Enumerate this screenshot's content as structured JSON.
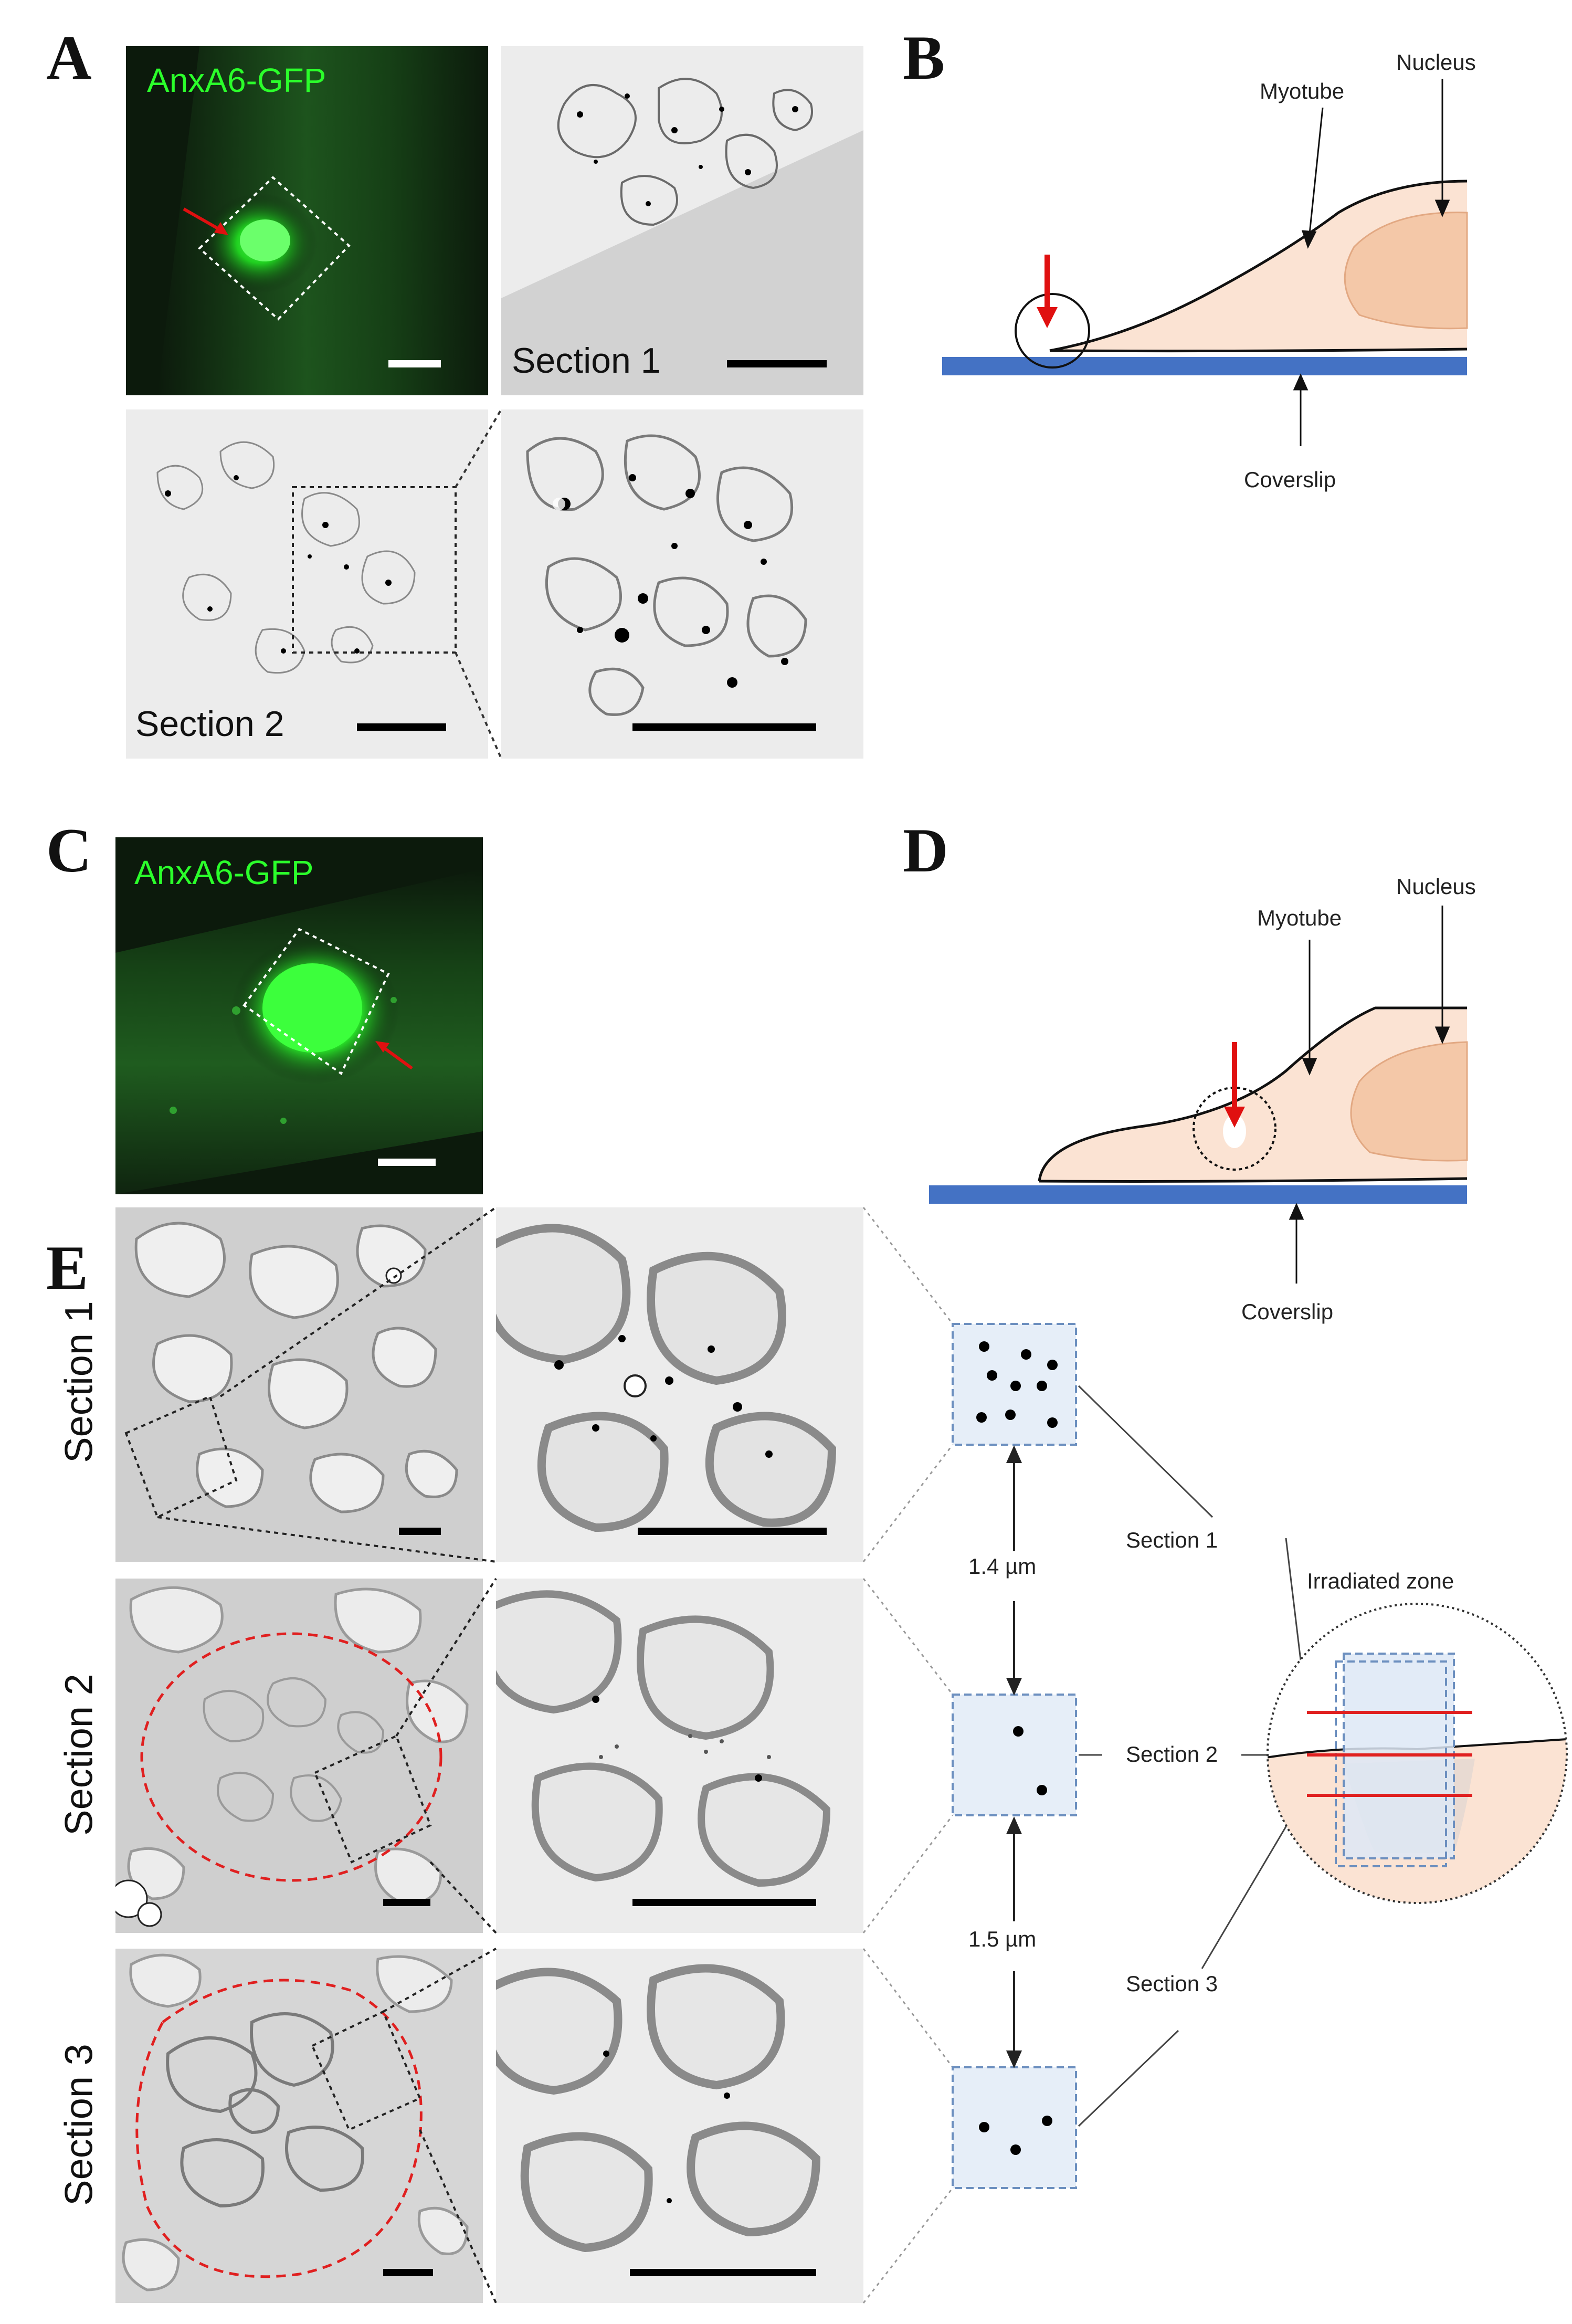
{
  "panels": {
    "a": "A",
    "b": "B",
    "c": "C",
    "d": "D",
    "e": "E"
  },
  "fluorescence_label": "AnxA6-GFP",
  "panel_a": {
    "section1": "Section 1",
    "section2": "Section 2"
  },
  "schematic": {
    "myotube": "Myotube",
    "nucleus": "Nucleus",
    "coverslip": "Coverslip"
  },
  "panel_e": {
    "section1": "Section 1",
    "section2": "Section 2",
    "section3": "Section 3",
    "spacing_1": "1.4  µm",
    "spacing_2": "1.5  µm",
    "irradiated_zone": "Irradiated zone"
  },
  "colors": {
    "gfp_green": "#2bff2b",
    "laser_arrow": "#e01010",
    "coverslip_blue": "#4472c4",
    "cell_fill": "#fbe3d3",
    "nucleus_fill": "#f4c8a8",
    "section_line": "#e02020",
    "dashed_box": "#6c8fbf"
  }
}
